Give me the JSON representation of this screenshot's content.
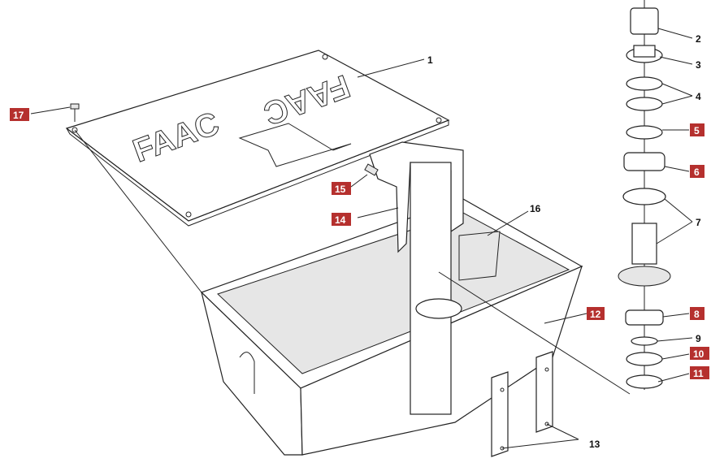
{
  "diagram": {
    "brand_logo_text": "FAAC",
    "accent_color": "#b5302e",
    "labels": [
      {
        "id": "1",
        "text": "1",
        "highlighted": false
      },
      {
        "id": "2",
        "text": "2",
        "highlighted": false
      },
      {
        "id": "3",
        "text": "3",
        "highlighted": false
      },
      {
        "id": "4",
        "text": "4",
        "highlighted": false
      },
      {
        "id": "5",
        "text": "5",
        "highlighted": true
      },
      {
        "id": "6",
        "text": "6",
        "highlighted": true
      },
      {
        "id": "7",
        "text": "7",
        "highlighted": false
      },
      {
        "id": "8",
        "text": "8",
        "highlighted": true
      },
      {
        "id": "9",
        "text": "9",
        "highlighted": false
      },
      {
        "id": "10",
        "text": "10",
        "highlighted": true
      },
      {
        "id": "11",
        "text": "11",
        "highlighted": true
      },
      {
        "id": "12",
        "text": "12",
        "highlighted": true
      },
      {
        "id": "13",
        "text": "13",
        "highlighted": false
      },
      {
        "id": "14",
        "text": "14",
        "highlighted": true
      },
      {
        "id": "15",
        "text": "15",
        "highlighted": true
      },
      {
        "id": "16",
        "text": "16",
        "highlighted": false
      },
      {
        "id": "17",
        "text": "17",
        "highlighted": true
      }
    ]
  }
}
